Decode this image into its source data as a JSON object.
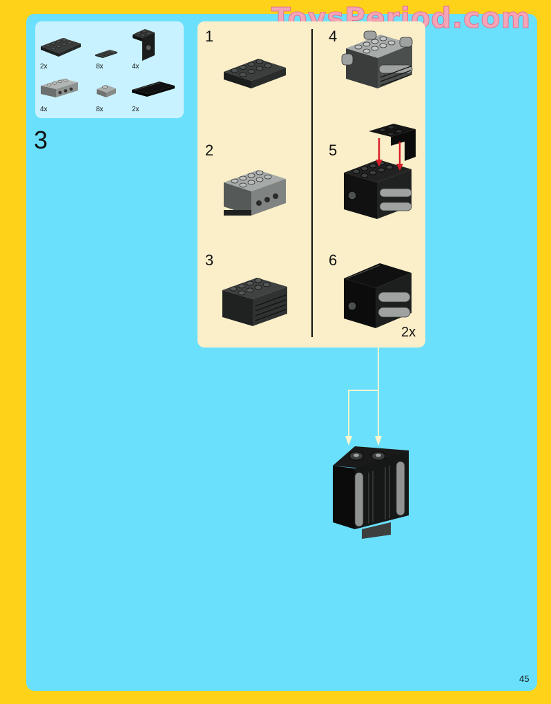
{
  "watermark": "ToysPeriod.com",
  "step_number": "3",
  "parts": [
    {
      "name": "plate-2x4",
      "qty": "2x"
    },
    {
      "name": "tile-1x4-grille",
      "qty": "8x"
    },
    {
      "name": "bracket-1x2-2x2",
      "qty": "4x"
    },
    {
      "name": "brick-1x4-holes",
      "qty": "4x"
    },
    {
      "name": "slope-cylinder",
      "qty": "8x"
    },
    {
      "name": "tile-2x4",
      "qty": "2x"
    }
  ],
  "substeps": [
    {
      "label": "1"
    },
    {
      "label": "2"
    },
    {
      "label": "3"
    },
    {
      "label": "4"
    },
    {
      "label": "5"
    },
    {
      "label": "6"
    }
  ],
  "submodel_multiplier": "2x",
  "page_number": "45",
  "colors": {
    "border": "#FFD21A",
    "page": "#6BE0FC",
    "parts_box": "#C8F2FF",
    "substep_box": "#FBEFC9",
    "arrow": "#FFF6CF",
    "red_arrow": "#D8202A"
  }
}
